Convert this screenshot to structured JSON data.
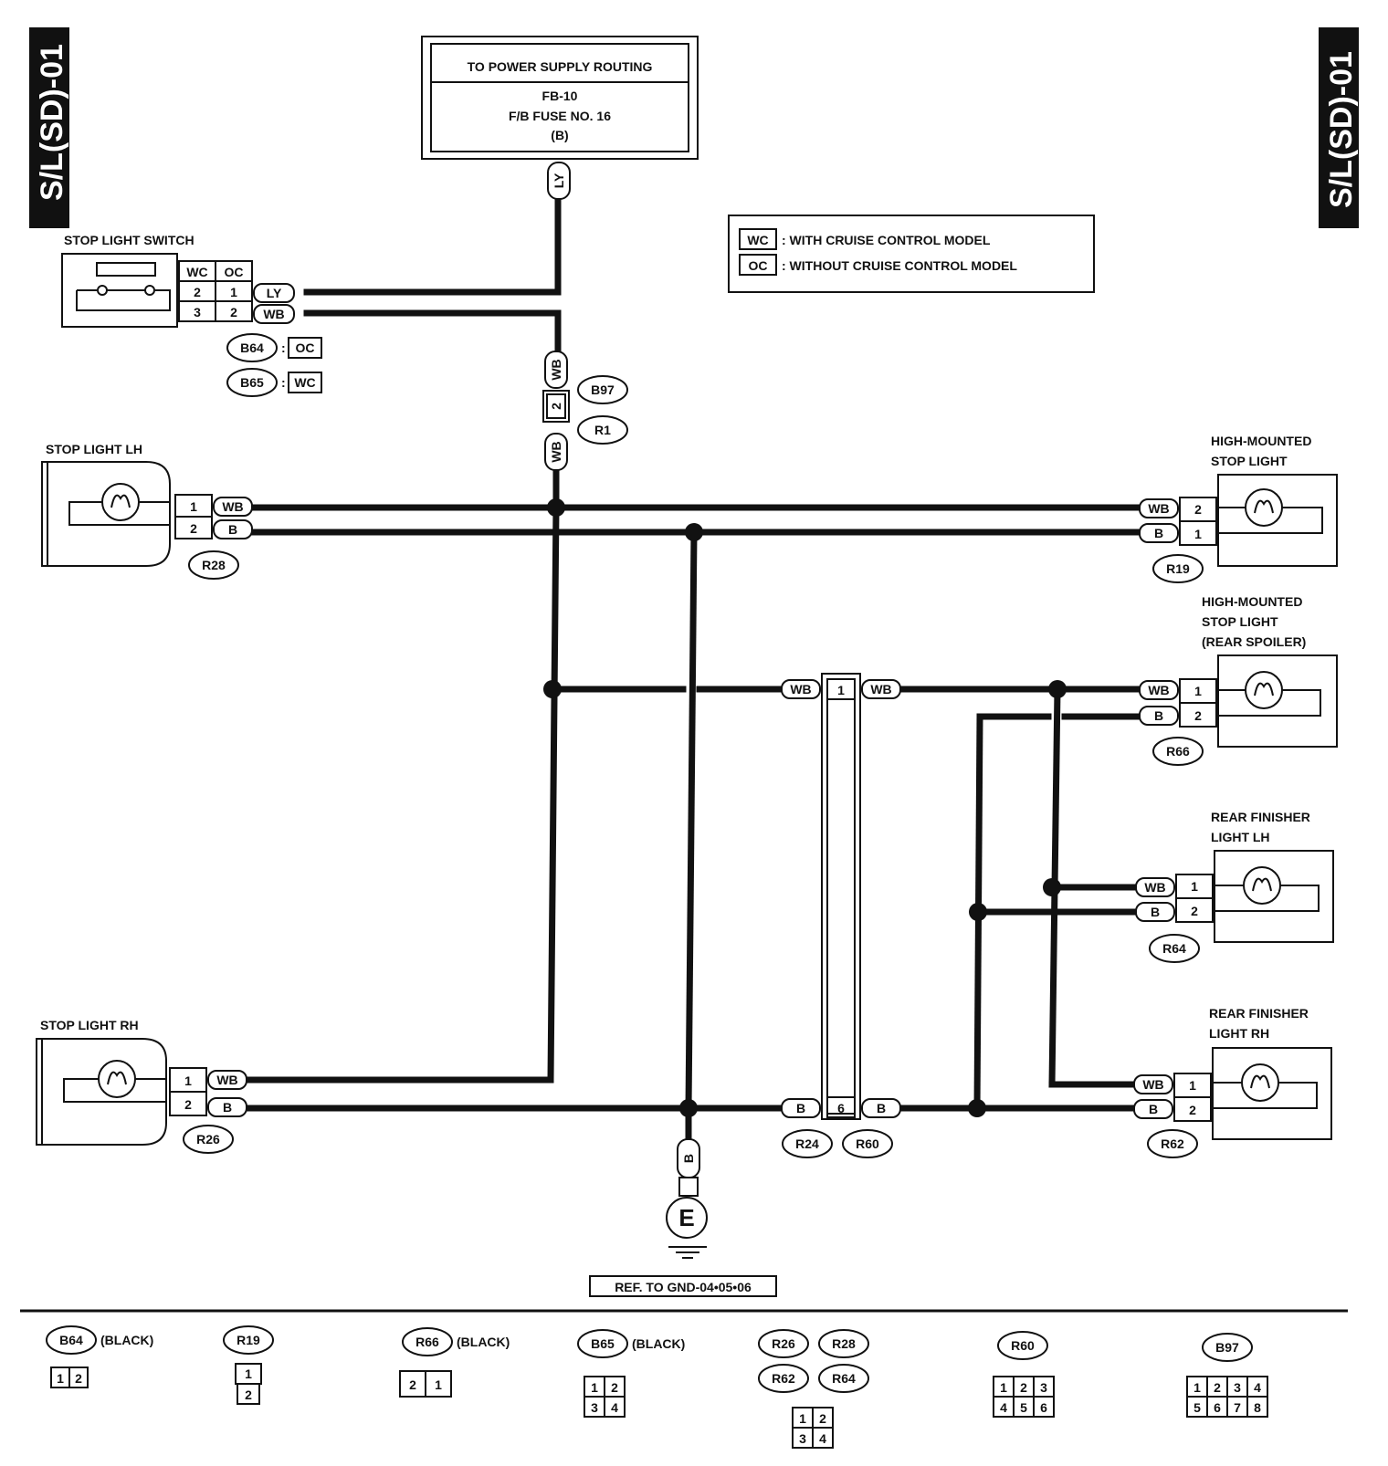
{
  "page_code": "S/L(SD)-01",
  "power_box": {
    "title": "TO POWER SUPPLY ROUTING",
    "line1": "FB-10",
    "line2": "F/B FUSE NO. 16",
    "line3": "(B)"
  },
  "legend": {
    "wc_code": "WC",
    "wc_text": ": WITH CRUISE CONTROL MODEL",
    "oc_code": "OC",
    "oc_text": ": WITHOUT CRUISE CONTROL MODEL"
  },
  "switch": {
    "title": "STOP LIGHT SWITCH",
    "col_wc": "WC",
    "col_oc": "OC",
    "row1_wc": "2",
    "row1_oc": "1",
    "row1_wire": "LY",
    "row2_wc": "3",
    "row2_oc": "2",
    "row2_wire": "WB",
    "conn_b64": "B64",
    "b64_tag": "OC",
    "conn_b65": "B65",
    "b65_tag": "WC",
    "colon": ":"
  },
  "wires": {
    "ly": "LY",
    "wb": "WB",
    "b": "B"
  },
  "b97_r1": {
    "pin": "2",
    "b97": "B97",
    "r1": "R1"
  },
  "stop_lh": {
    "title": "STOP LIGHT LH",
    "pin1": "1",
    "pin2": "2",
    "conn": "R28"
  },
  "stop_rh": {
    "title": "STOP LIGHT RH",
    "pin1": "1",
    "pin2": "2",
    "conn": "R26"
  },
  "high_mount": {
    "title1": "HIGH-MOUNTED",
    "title2": "STOP LIGHT",
    "pin_wb": "2",
    "pin_b": "1",
    "conn": "R19"
  },
  "high_mount_spoiler": {
    "title1": "HIGH-MOUNTED",
    "title2": "STOP LIGHT",
    "title3": "(REAR SPOILER)",
    "pin_wb": "1",
    "pin_b": "2",
    "conn": "R66"
  },
  "finisher_lh": {
    "title1": "REAR FINISHER",
    "title2": "LIGHT LH",
    "pin_wb": "1",
    "pin_b": "2",
    "conn": "R64"
  },
  "finisher_rh": {
    "title1": "REAR FINISHER",
    "title2": "LIGHT RH",
    "pin_wb": "1",
    "pin_b": "2",
    "conn": "R62"
  },
  "r24_r60": {
    "pin_top": "1",
    "pin_bot": "6",
    "r24": "R24",
    "r60": "R60"
  },
  "ground": {
    "symbol": "E",
    "ref": "REF. TO GND-04•05•06"
  },
  "connector_views": {
    "b64": {
      "name": "B64",
      "color": "(BLACK)",
      "pins": [
        "1",
        "2"
      ]
    },
    "r19": {
      "name": "R19",
      "pins": [
        "1",
        "2"
      ]
    },
    "r66": {
      "name": "R66",
      "color": "(BLACK)",
      "pins": [
        "2",
        "1"
      ]
    },
    "b65": {
      "name": "B65",
      "color": "(BLACK)",
      "pins": [
        "1",
        "2",
        "3",
        "4"
      ]
    },
    "r26group": {
      "names": [
        "R26",
        "R28",
        "R62",
        "R64"
      ],
      "pins": [
        "1",
        "2",
        "3",
        "4"
      ]
    },
    "r60": {
      "name": "R60",
      "pins": [
        "1",
        "2",
        "3",
        "4",
        "5",
        "6"
      ]
    },
    "b97": {
      "name": "B97",
      "pins": [
        "1",
        "2",
        "3",
        "4",
        "5",
        "6",
        "7",
        "8"
      ]
    }
  }
}
